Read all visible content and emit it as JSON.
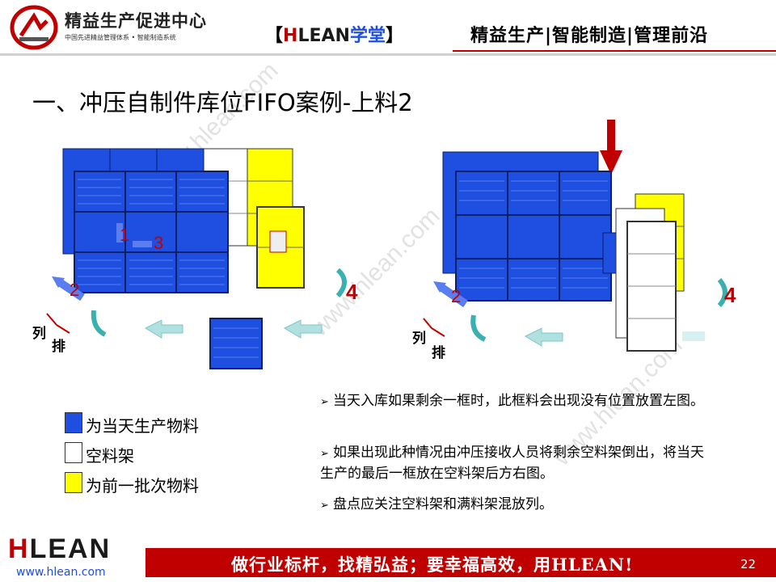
{
  "header": {
    "logo_title": "精益生产促进中心",
    "logo_subtitle": "中国先进精益管理体系 • 智能制造系统",
    "brand_open": "【",
    "brand_h": "H",
    "brand_lean": "LEAN",
    "brand_xt": "学堂",
    "brand_close": "】",
    "tagline": "精益生产|智能制造|管理前沿"
  },
  "title": "一、冲压自制件库位FIFO案例-上料2",
  "left_figure": {
    "labels": {
      "n1": "1",
      "n2": "2",
      "n3": "3",
      "n4": "4",
      "lie": "列",
      "pai": "排"
    }
  },
  "right_figure": {
    "labels": {
      "n2": "2",
      "n4": "4",
      "lie": "列",
      "pai": "排"
    }
  },
  "legend": [
    {
      "color": "#1f4fe0",
      "label": "为当天生产物料"
    },
    {
      "color": "#ffffff",
      "label": "空料架"
    },
    {
      "color": "#ffff00",
      "label": "为前一批次物料"
    }
  ],
  "bullets": [
    {
      "marker": "➢",
      "text": "当天入库如果剩余一框时，此框料会出现没有位置放置左图。"
    },
    {
      "marker": "➢",
      "text": "如果出现此种情况由冲压接收人员将剩余空料架倒出，将当天生产的最后一框放在空料架后方右图。"
    },
    {
      "marker": "➢",
      "text": "盘点应关注空料架和满料架混放列。"
    }
  ],
  "watermark": "www.hlean.com",
  "footer": {
    "logo_h": "H",
    "logo_rest": "LEAN",
    "url": "www.hlean.com",
    "slogan": "做行业标杆，找精弘益；要幸福高效，用HLEAN!",
    "page": "22"
  },
  "colors": {
    "blue": "#1f4fe0",
    "yellow": "#ffff00",
    "red": "#c00000",
    "teal": "#3bb0b0"
  }
}
